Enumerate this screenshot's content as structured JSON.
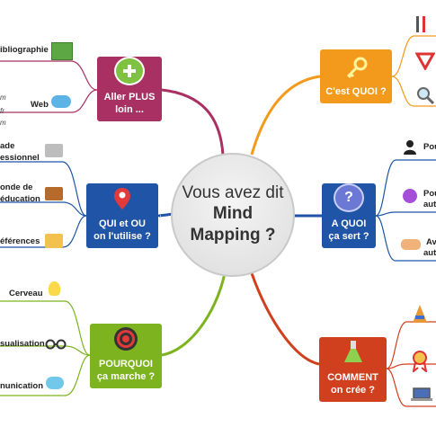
{
  "center": {
    "line1": "Vous avez dit",
    "line2": "Mind",
    "line3": "Mapping ?"
  },
  "branches": {
    "aller": {
      "line1": "Aller PLUS",
      "line2": "loin ...",
      "color": "#a93062"
    },
    "qui": {
      "line1": "QUI et OU",
      "line2": "on l'utilise ?",
      "color": "#1f54a6"
    },
    "pourquoi": {
      "line1": "POURQUOI",
      "line2": "ça marche ?",
      "color": "#7cb31f"
    },
    "cest": {
      "line1": "C'est QUOI ?",
      "color": "#f39a1c"
    },
    "aquoi": {
      "line1": "A QUOI",
      "line2": "ça sert ?",
      "color": "#1f54a6"
    },
    "comment": {
      "line1": "COMMENT",
      "line2": "on crée ?",
      "color": "#d1401e"
    }
  },
  "leaves": {
    "bibliographie": "ibliographie",
    "web": "Web",
    "web_small1": "m",
    "web_small2": "fr",
    "web_small3": "m",
    "monde_pro_1": "ade",
    "monde_pro_2": "essionnel",
    "education_1": "onde de",
    "education_2": "éducation",
    "references": "éférences",
    "cerveau": "Cerveau",
    "visualisation": "sualisation",
    "communication": "nunication",
    "pou1": "Pou",
    "pou2_1": "Pou",
    "pou2_2": "aut",
    "ave_1": "Av",
    "ave_2": "aut"
  }
}
